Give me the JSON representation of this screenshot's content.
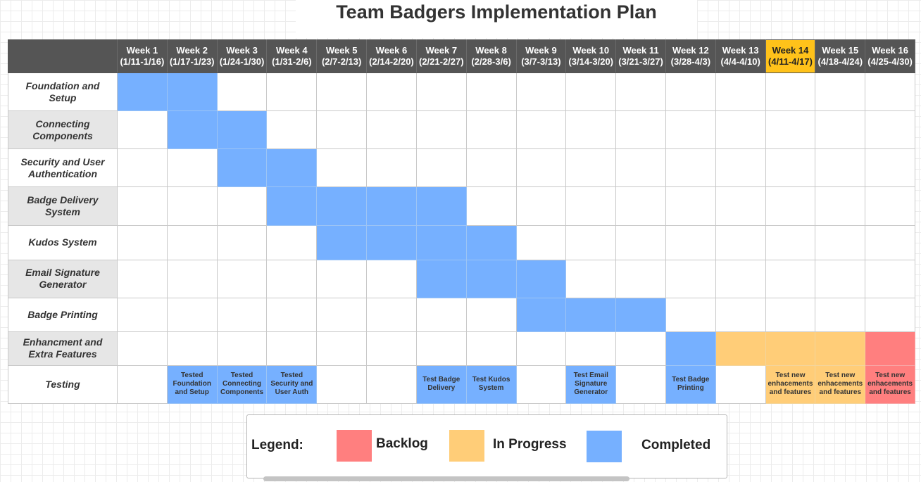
{
  "title": "Team Badgers Implementation Plan",
  "weeks": [
    {
      "label": "Week 1",
      "range": "(1/11-1/16)"
    },
    {
      "label": "Week 2",
      "range": "(1/17-1/23)"
    },
    {
      "label": "Week 3",
      "range": "(1/24-1/30)"
    },
    {
      "label": "Week 4",
      "range": "(1/31-2/6)"
    },
    {
      "label": "Week 5",
      "range": "(2/7-2/13)"
    },
    {
      "label": "Week 6",
      "range": "(2/14-2/20)"
    },
    {
      "label": "Week 7",
      "range": "(2/21-2/27)"
    },
    {
      "label": "Week 8",
      "range": "(2/28-3/6)"
    },
    {
      "label": "Week 9",
      "range": "(3/7-3/13)"
    },
    {
      "label": "Week 10",
      "range": "(3/14-3/20)"
    },
    {
      "label": "Week 11",
      "range": "(3/21-3/27)"
    },
    {
      "label": "Week 12",
      "range": "(3/28-4/3)"
    },
    {
      "label": "Week 13",
      "range": "(4/4-4/10)"
    },
    {
      "label": "Week 14",
      "range": "(4/11-4/17)"
    },
    {
      "label": "Week 15",
      "range": "(4/18-4/24)"
    },
    {
      "label": "Week 16",
      "range": "(4/25-4/30)"
    }
  ],
  "current_week": 14,
  "tasks": [
    {
      "name": "Foundation and Setup",
      "cells": [
        {
          "w": 1,
          "s": "completed"
        },
        {
          "w": 2,
          "s": "completed"
        }
      ]
    },
    {
      "name": "Connecting Components",
      "cells": [
        {
          "w": 2,
          "s": "completed"
        },
        {
          "w": 3,
          "s": "completed"
        }
      ]
    },
    {
      "name": "Security and User Authentication",
      "cells": [
        {
          "w": 3,
          "s": "completed"
        },
        {
          "w": 4,
          "s": "completed"
        }
      ]
    },
    {
      "name": "Badge Delivery System",
      "cells": [
        {
          "w": 4,
          "s": "completed"
        },
        {
          "w": 5,
          "s": "completed"
        },
        {
          "w": 6,
          "s": "completed"
        },
        {
          "w": 7,
          "s": "completed"
        }
      ]
    },
    {
      "name": "Kudos System",
      "cells": [
        {
          "w": 5,
          "s": "completed"
        },
        {
          "w": 6,
          "s": "completed"
        },
        {
          "w": 7,
          "s": "completed"
        },
        {
          "w": 8,
          "s": "completed"
        }
      ]
    },
    {
      "name": "Email Signature Generator",
      "cells": [
        {
          "w": 7,
          "s": "completed"
        },
        {
          "w": 8,
          "s": "completed"
        },
        {
          "w": 9,
          "s": "completed"
        }
      ]
    },
    {
      "name": "Badge Printing",
      "cells": [
        {
          "w": 9,
          "s": "completed"
        },
        {
          "w": 10,
          "s": "completed"
        },
        {
          "w": 11,
          "s": "completed"
        }
      ]
    },
    {
      "name": "Enhancment  and Extra Features",
      "cells": [
        {
          "w": 12,
          "s": "completed"
        },
        {
          "w": 13,
          "s": "inprogress"
        },
        {
          "w": 14,
          "s": "inprogress"
        },
        {
          "w": 15,
          "s": "inprogress"
        },
        {
          "w": 16,
          "s": "backlog"
        }
      ]
    },
    {
      "name": "Testing",
      "cells": [
        {
          "w": 2,
          "s": "completed",
          "note": "Tested Foundation and Setup"
        },
        {
          "w": 3,
          "s": "completed",
          "note": "Tested Connecting Components"
        },
        {
          "w": 4,
          "s": "completed",
          "note": "Tested Security and User Auth"
        },
        {
          "w": 7,
          "s": "completed",
          "note": "Test Badge Delivery"
        },
        {
          "w": 8,
          "s": "completed",
          "note": "Test Kudos System"
        },
        {
          "w": 10,
          "s": "completed",
          "note": "Test Email Signature Generator"
        },
        {
          "w": 12,
          "s": "completed",
          "note": "Test Badge Printing"
        },
        {
          "w": 14,
          "s": "inprogress",
          "note": "Test new enhacements and features"
        },
        {
          "w": 15,
          "s": "inprogress",
          "note": "Test new enhacements and features"
        },
        {
          "w": 16,
          "s": "backlog",
          "note": "Test new enhacements and features"
        }
      ]
    }
  ],
  "legend": {
    "title": "Legend:",
    "backlog": "Backlog",
    "in_progress": "In Progress",
    "completed": "Completed"
  },
  "colors": {
    "completed": "#76b0ff",
    "in_progress": "#ffcd78",
    "backlog": "#ff7f7f",
    "header": "#555555",
    "current_week": "#ffc21a"
  }
}
